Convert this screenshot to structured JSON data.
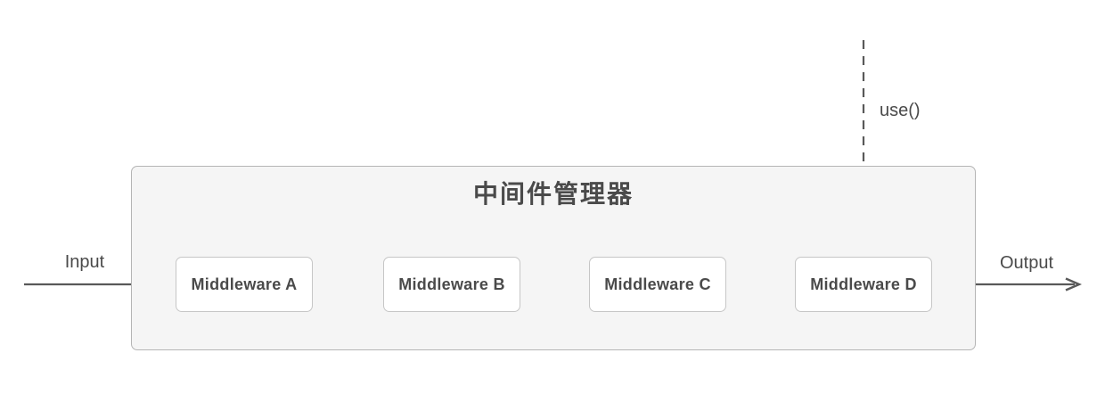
{
  "diagram": {
    "title": "中间件管理器",
    "labels": {
      "input": "Input",
      "output": "Output",
      "use": "use()"
    },
    "middlewares": [
      {
        "label": "Middleware A"
      },
      {
        "label": "Middleware B"
      },
      {
        "label": "Middleware C"
      },
      {
        "label": "Middleware D"
      }
    ],
    "colors": {
      "canvas_bg": "#ffffff",
      "container_bg": "#f5f5f5",
      "container_border": "#b5b5b5",
      "box_bg": "#ffffff",
      "box_border": "#c6c6c6",
      "arrow": "#595959",
      "text": "#4a4a4a"
    }
  }
}
